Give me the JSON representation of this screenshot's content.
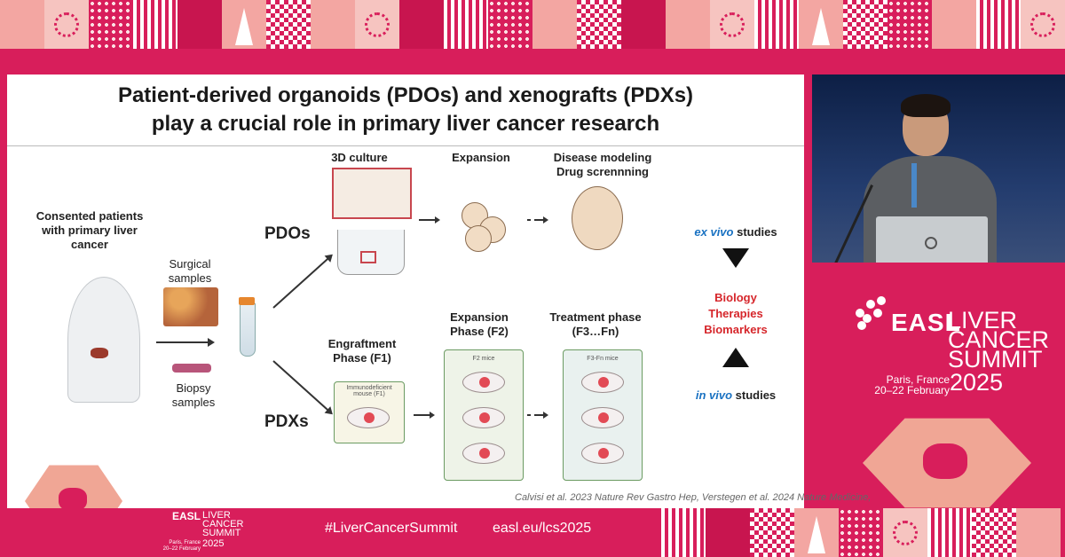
{
  "slide": {
    "title_line1": "Patient-derived organoids (PDOs) and xenografts (PDXs)",
    "title_line2": "play a crucial role in primary liver cancer research",
    "consented": "Consented patients with primary liver cancer",
    "surgical": "Surgical samples",
    "biopsy": "Biopsy samples",
    "pdos": "PDOs",
    "pdxs": "PDXs",
    "culture_3d": "3D culture",
    "expansion": "Expansion",
    "disease_modeling": "Disease modeling",
    "drug_screening": "Drug scrennning",
    "engraftment": "Engraftment Phase (F1)",
    "engraft_box_label": "Immunodeficient mouse (F1)",
    "expansion_phase": "Expansion Phase (F2)",
    "treatment_phase": "Treatment phase (F3…Fn)",
    "f2_label": "F2 mice",
    "fn_label": "F3-Fn mice",
    "ex_vivo_prefix": "ex vivo",
    "ex_vivo_suffix": " studies",
    "in_vivo_prefix": "in vivo",
    "in_vivo_suffix": " studies",
    "outcomes": [
      "Biology",
      "Therapies",
      "Biomarkers"
    ],
    "citation": "Calvisi et al. 2023 Nature Rev Gastro Hep, Verstegen et al. 2024 Nature Medicine,"
  },
  "brand": {
    "name": "EASL",
    "event_lines": [
      "LIVER",
      "CANCER",
      "SUMMIT"
    ],
    "city": "Paris, France",
    "dates": "20–22 February",
    "year": "2025"
  },
  "footer": {
    "hashtag": "#LiverCancerSummit",
    "url": "easl.eu/lcs2025"
  },
  "colors": {
    "background": "#d81e5b",
    "accent_pink": "#f3a6a2",
    "outcome_red": "#d6262b",
    "study_blue": "#1a72c2"
  }
}
